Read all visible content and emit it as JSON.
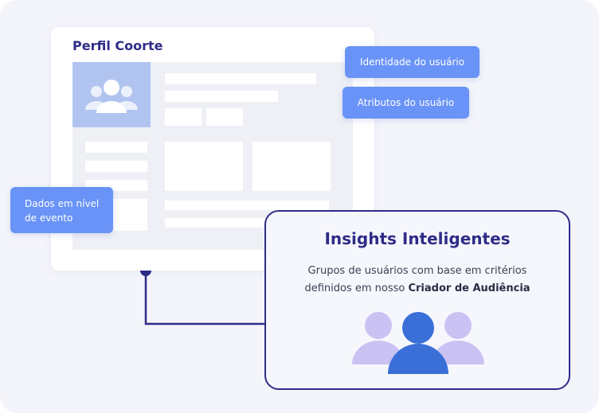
{
  "profile": {
    "title": "Perfil Coorte"
  },
  "tags": {
    "identity": "Identidade do usuário",
    "attributes": "Atributos do usuário",
    "event_data": "Dados em nível de evento"
  },
  "insights": {
    "title": "Insights Inteligentes",
    "description_line1": "Grupos de usuários com base em critérios",
    "description_line2_prefix": "definidos em nosso",
    "description_line2_bold": "Criador de Audiência"
  },
  "colors": {
    "brand_navy": "#2f2c87",
    "tag_blue": "#6993f7",
    "avatar_bg": "#b1c4f0",
    "person_main": "#3a6fd8",
    "person_side": "#c9c2f3"
  }
}
